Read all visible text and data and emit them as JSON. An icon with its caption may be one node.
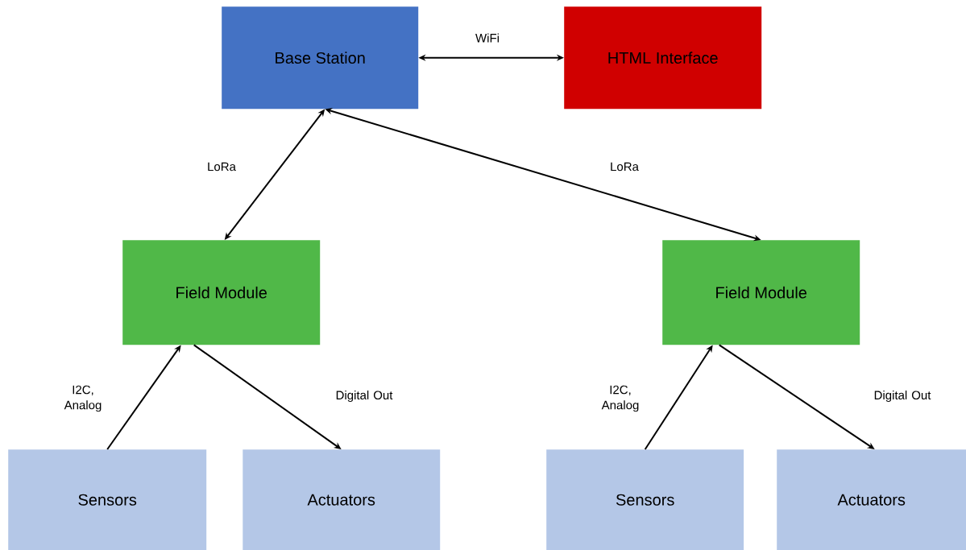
{
  "diagram": {
    "nodes": [
      {
        "text": [
          "Base Station"
        ]
      },
      {
        "text": [
          "HTML Interface"
        ]
      },
      {
        "text": [
          "Field Module"
        ]
      },
      {
        "text": [
          "Field Module"
        ]
      },
      {
        "text": [
          "Sensors"
        ]
      },
      {
        "text": [
          "Actuators"
        ]
      },
      {
        "text": [
          "Sensors"
        ]
      },
      {
        "text": [
          "Actuators"
        ]
      }
    ],
    "edges": [
      {
        "from": 0,
        "to": 1,
        "arrow": "both",
        "label": "WiFi"
      },
      {
        "from": 0,
        "to": 2,
        "arrow": "both",
        "label": "LoRa"
      },
      {
        "from": 0,
        "to": 3,
        "arrow": "both",
        "label": "LoRa"
      },
      {
        "from": 4,
        "to": 2,
        "arrow": "to",
        "label": "I2C, Analog"
      },
      {
        "from": 2,
        "to": 5,
        "arrow": "to",
        "label": "Digital Out"
      },
      {
        "from": 6,
        "to": 3,
        "arrow": "to",
        "label": "I2C, Analog"
      },
      {
        "from": 3,
        "to": 7,
        "arrow": "to",
        "label": "Digital Out"
      }
    ]
  }
}
